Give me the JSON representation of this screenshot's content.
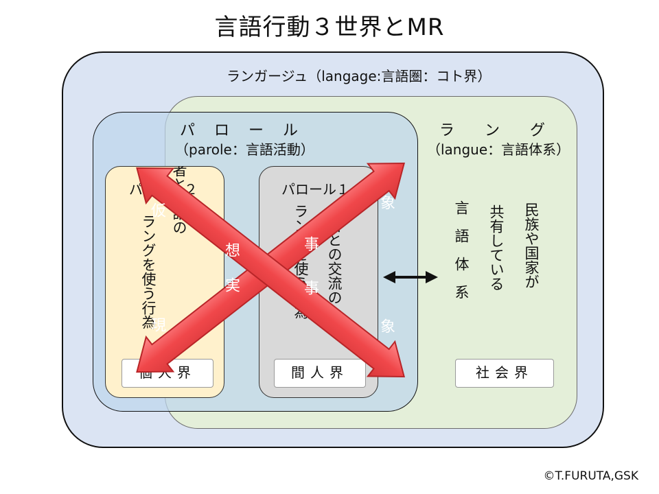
{
  "title": "言語行動３世界とMR",
  "langage": {
    "label": "ランガージュ（langage:言語圏：コト界）"
  },
  "parole": {
    "label": "パロール",
    "sub": "（parole：言語活動）"
  },
  "langue": {
    "label": "ラング",
    "sub": "（langue：言語体系）",
    "col1": "民族や国家が",
    "col2": "共有している",
    "col3": "言語体系"
  },
  "parole2": {
    "title": "パロール２",
    "col1": "他者と会話の",
    "col2": "ラングを使う行為"
  },
  "parole1": {
    "title": "パロール１",
    "col1": "他者との交流のため",
    "col2": "ラングを使う行為"
  },
  "realms": {
    "individual": "個人界",
    "interpersonal": "間人界",
    "social": "社会界"
  },
  "arrows": {
    "virtual": [
      "仮",
      "想",
      "事",
      "象"
    ],
    "real": [
      "現",
      "実",
      "事",
      "象"
    ]
  },
  "colors": {
    "arrow_fill": "#f0474a",
    "arrow_stroke": "#c0272b"
  },
  "copyright": "©T.FURUTA,GSK"
}
